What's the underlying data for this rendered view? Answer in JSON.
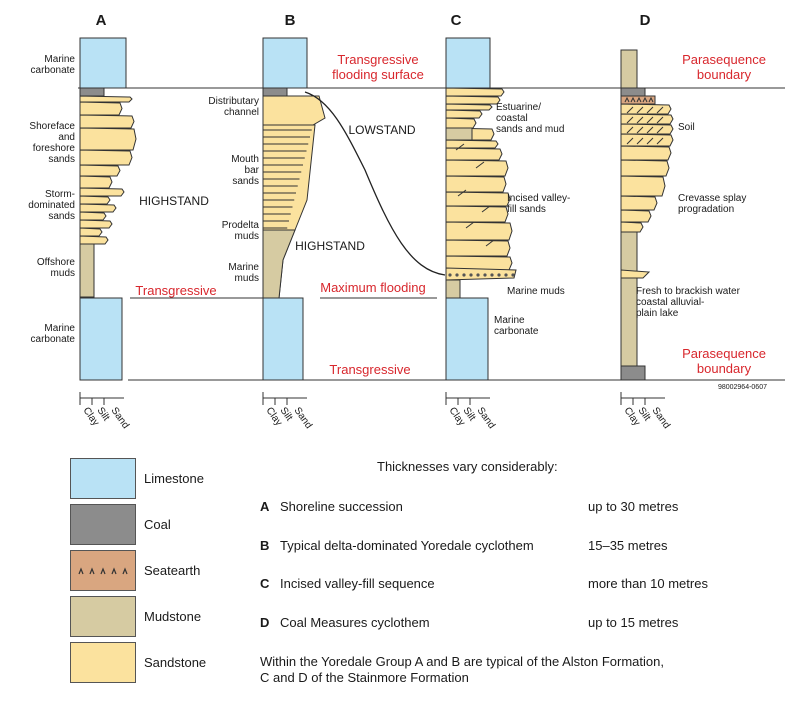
{
  "columns": [
    {
      "id": "A",
      "labels": [
        "Marine\ncarbonate",
        "Shoreface\nand\nforeshore\nsands",
        "Storm-\ndominated\nsands",
        "Offshore\nmuds",
        "Marine\ncarbonate"
      ]
    },
    {
      "id": "B",
      "labels": [
        "Distributary\nchannel",
        "Mouth\nbar\nsands",
        "Prodelta\nmuds",
        "Marine\nmuds"
      ]
    },
    {
      "id": "C",
      "labels": [
        "Estuarine/\ncoastal\nsands and mud",
        "Incised valley-\nfill sands",
        "Marine muds",
        "Marine\ncarbonate"
      ]
    },
    {
      "id": "D",
      "labels": [
        "Soil",
        "Crevasse splay\nprogradation",
        "Fresh to brackish water\ncoastal alluvial-\nplain lake"
      ]
    }
  ],
  "boundary_labels": {
    "top_B": "Transgressive\nflooding surface",
    "top_D": "Parasequence\nboundary",
    "mfs_A": "Transgressive",
    "mfs_B": "Maximum flooding",
    "bottom_B": "Transgressive",
    "bottom_D": "Parasequence\nboundary"
  },
  "systems_tracts": {
    "highstand_A": "HIGHSTAND",
    "lowstand": "LOWSTAND",
    "highstand_B": "HIGHSTAND"
  },
  "grain_scale": [
    "Clay",
    "Silt",
    "Sand"
  ],
  "figure_code": "98002964-0607",
  "legend": [
    {
      "label": "Limestone",
      "color": "#b9e2f5"
    },
    {
      "label": "Coal",
      "color": "#8c8c8c"
    },
    {
      "label": "Seatearth",
      "color": "#d9a680"
    },
    {
      "label": "Mudstone",
      "color": "#d6cba2"
    },
    {
      "label": "Sandstone",
      "color": "#fbe29e"
    }
  ],
  "notes": {
    "heading": "Thicknesses vary considerably:",
    "rows": [
      {
        "letter": "A",
        "text": "Shoreline succession",
        "thickness": "up to 30 metres"
      },
      {
        "letter": "B",
        "text": "Typical delta-dominated Yoredale cyclothem",
        "thickness": "15–35 metres"
      },
      {
        "letter": "C",
        "text": "Incised valley-fill sequence",
        "thickness": "more than 10 metres"
      },
      {
        "letter": "D",
        "text": "Coal Measures cyclothem",
        "thickness": "up to 15 metres"
      }
    ],
    "footer": "Within the Yoredale Group A and B are typical of the Alston Formation,\nC and D of the Stainmore Formation"
  },
  "colors": {
    "limestone": "#b9e2f5",
    "coal": "#8c8c8c",
    "seatearth": "#d9a680",
    "mudstone": "#d6cba2",
    "sandstone": "#fbe29e",
    "red": "#d8272d"
  }
}
